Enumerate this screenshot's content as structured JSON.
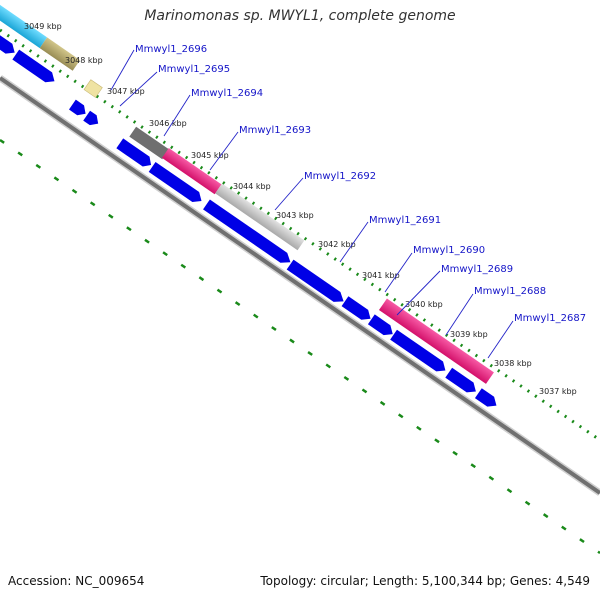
{
  "title": "Marinomonas sp. MWYL1, complete genome",
  "footer": {
    "accession": "Accession: NC_009654",
    "summary": "Topology: circular; Length: 5,100,344 bp; Genes: 4,549"
  },
  "map": {
    "kbp_labels": [
      "3049 kbp",
      "3048 kbp",
      "3047 kbp",
      "3046 kbp",
      "3045 kbp",
      "3044 kbp",
      "3043 kbp",
      "3042 kbp",
      "3041 kbp",
      "3040 kbp",
      "3039 kbp",
      "3038 kbp",
      "3037 kbp"
    ],
    "gene_labels": [
      "Mmwyl1_2696",
      "Mmwyl1_2695",
      "Mmwyl1_2694",
      "Mmwyl1_2693",
      "Mmwyl1_2692",
      "Mmwyl1_2691",
      "Mmwyl1_2690",
      "Mmwyl1_2689",
      "Mmwyl1_2688",
      "Mmwyl1_2687"
    ]
  },
  "colors": {
    "gene_blue": "#0000e6",
    "cyan": "#33c4ee",
    "khaki": "#b9ad6e",
    "pale_yellow": "#efe3a3",
    "dark_gray": "#6f6f6f",
    "magenta": "#f0207f",
    "light_gray": "#c6c6c6",
    "backbone": "#777777",
    "dots": "#1a8a1a"
  }
}
